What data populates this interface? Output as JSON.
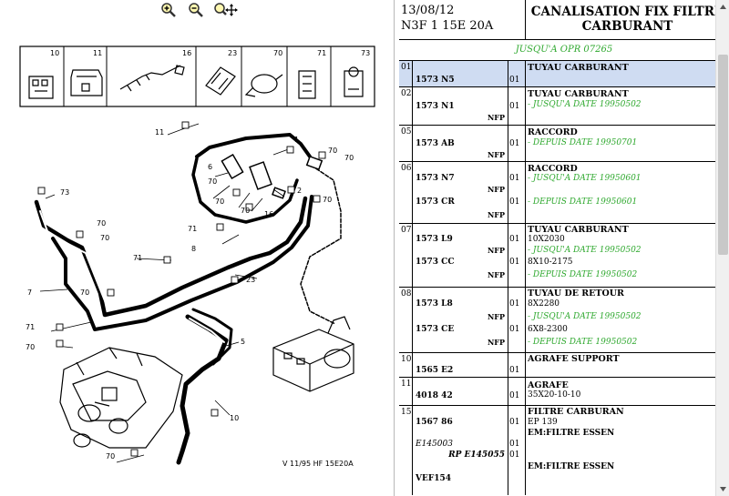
{
  "toolbar": {
    "zoom_in_icon": "zoom-in-icon",
    "zoom_out_icon": "zoom-out-icon",
    "pan_icon": "zoom-pan-icon"
  },
  "diagram": {
    "ref_label": "V 11/95 HF 15E20A",
    "inset_numbers": [
      "10",
      "11",
      "16",
      "23",
      "70",
      "71",
      "73"
    ],
    "callouts": {
      "c1": "1",
      "c2": "2",
      "c5": "5",
      "c6": "6",
      "c7": "7",
      "c8": "8",
      "c10": "10",
      "c11": "11",
      "c16": "16",
      "c23": "23",
      "c70a": "70",
      "c70b": "70",
      "c70c": "70",
      "c70d": "70",
      "c70e": "70",
      "c70f": "70",
      "c70g": "70",
      "c70h": "70",
      "c70i": "70",
      "c70j": "70",
      "c71a": "71",
      "c71b": "71",
      "c71c": "71",
      "c73": "73"
    }
  },
  "header": {
    "date": "13/08/12",
    "model": "N3F 1 15E 20A",
    "title_line1": "CANALISATION FIX FILTRE",
    "title_line2": "CARBURANT"
  },
  "subtitle": "JUSQU'A OPR 07265",
  "parts": [
    {
      "index": "01",
      "title": "TUYAU CARBURANT",
      "selected": true,
      "ref": "1573 N5",
      "qty": "01"
    },
    {
      "index": "02",
      "title": "TUYAU CARBURANT",
      "ref": "1573 N1",
      "nfp": "NFP",
      "qty": "01",
      "detail": "- JUSQU'A DATE 19950502"
    },
    {
      "index": "05",
      "title": "RACCORD",
      "ref": "1573 AB",
      "nfp": "NFP",
      "qty": "01",
      "detail": "- DEPUIS DATE 19950701"
    },
    {
      "index": "06",
      "title": "RACCORD",
      "entries": [
        {
          "ref": "1573 N7",
          "nfp": "NFP",
          "qty": "01",
          "detail": "- JUSQU'A DATE 19950601"
        },
        {
          "ref": "1573 CR",
          "nfp": "NFP",
          "qty": "01",
          "detail": "- DEPUIS DATE 19950601"
        }
      ]
    },
    {
      "index": "07",
      "title": "TUYAU CARBURANT",
      "entries": [
        {
          "ref": "1573 L9",
          "nfp": "NFP",
          "qty": "01",
          "spec": "10X2030",
          "detail": "- JUSQU'A DATE 19950502"
        },
        {
          "ref": "1573 CC",
          "nfp": "NFP",
          "qty": "01",
          "spec": "8X10-2175",
          "detail": "- DEPUIS DATE 19950502"
        }
      ]
    },
    {
      "index": "08",
      "title": "TUYAU DE RETOUR",
      "entries": [
        {
          "ref": "1573 L8",
          "nfp": "NFP",
          "qty": "01",
          "spec": "8X2280",
          "detail": "- JUSQU'A DATE 19950502"
        },
        {
          "ref": "1573 CE",
          "nfp": "NFP",
          "qty": "01",
          "spec": "6X8-2300",
          "detail": "- DEPUIS DATE 19950502"
        }
      ]
    },
    {
      "index": "10",
      "title": "AGRAFE SUPPORT",
      "ref": "1565 E2",
      "qty": "01"
    },
    {
      "index": "11",
      "title": "AGRAFE",
      "ref": "4018 42",
      "qty": "01",
      "spec": "35X20-10-10"
    },
    {
      "index": "15",
      "title": "FILTRE CARBURAN",
      "ref": "1567 86",
      "qty": "01",
      "spec": "EP 139",
      "note1": "EM:FILTRE ESSEN",
      "sub_ref": "E145003",
      "sub_qty": "01",
      "rp": "RP E145055",
      "rp_qty": "01",
      "note2": "EM:FILTRE ESSEN",
      "next_ref": "VEF154"
    }
  ]
}
